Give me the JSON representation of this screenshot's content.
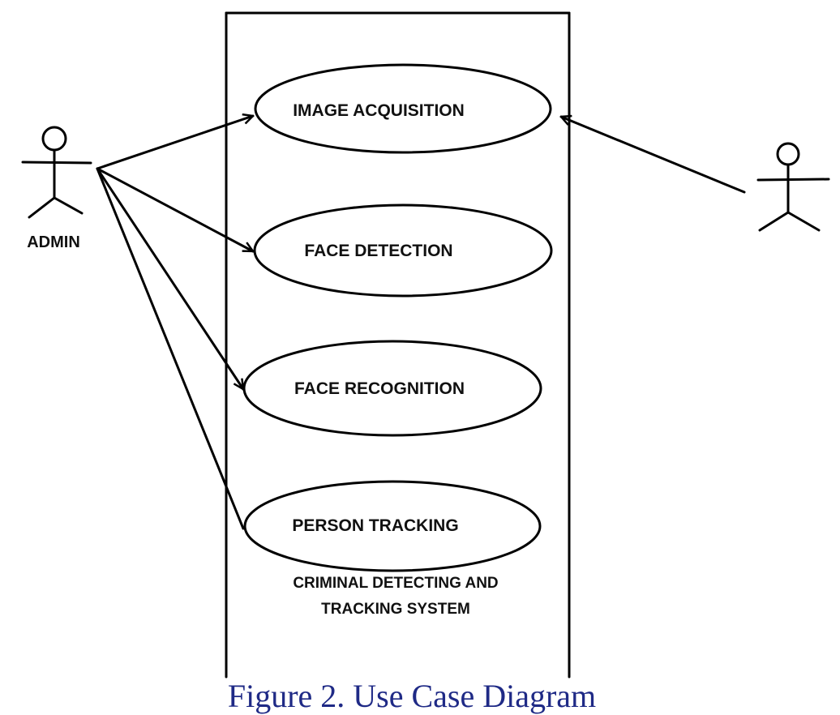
{
  "system": {
    "label_line1": "CRIMINAL DETECTING AND",
    "label_line2": "TRACKING SYSTEM"
  },
  "actors": {
    "left": {
      "label": "ADMIN"
    },
    "right": {
      "label": ""
    }
  },
  "use_cases": {
    "image_acquisition": "IMAGE ACQUISITION",
    "face_detection": "FACE DETECTION",
    "face_recognition": "FACE RECOGNITION",
    "person_tracking": "PERSON TRACKING"
  },
  "caption": "Figure 2. Use Case Diagram"
}
